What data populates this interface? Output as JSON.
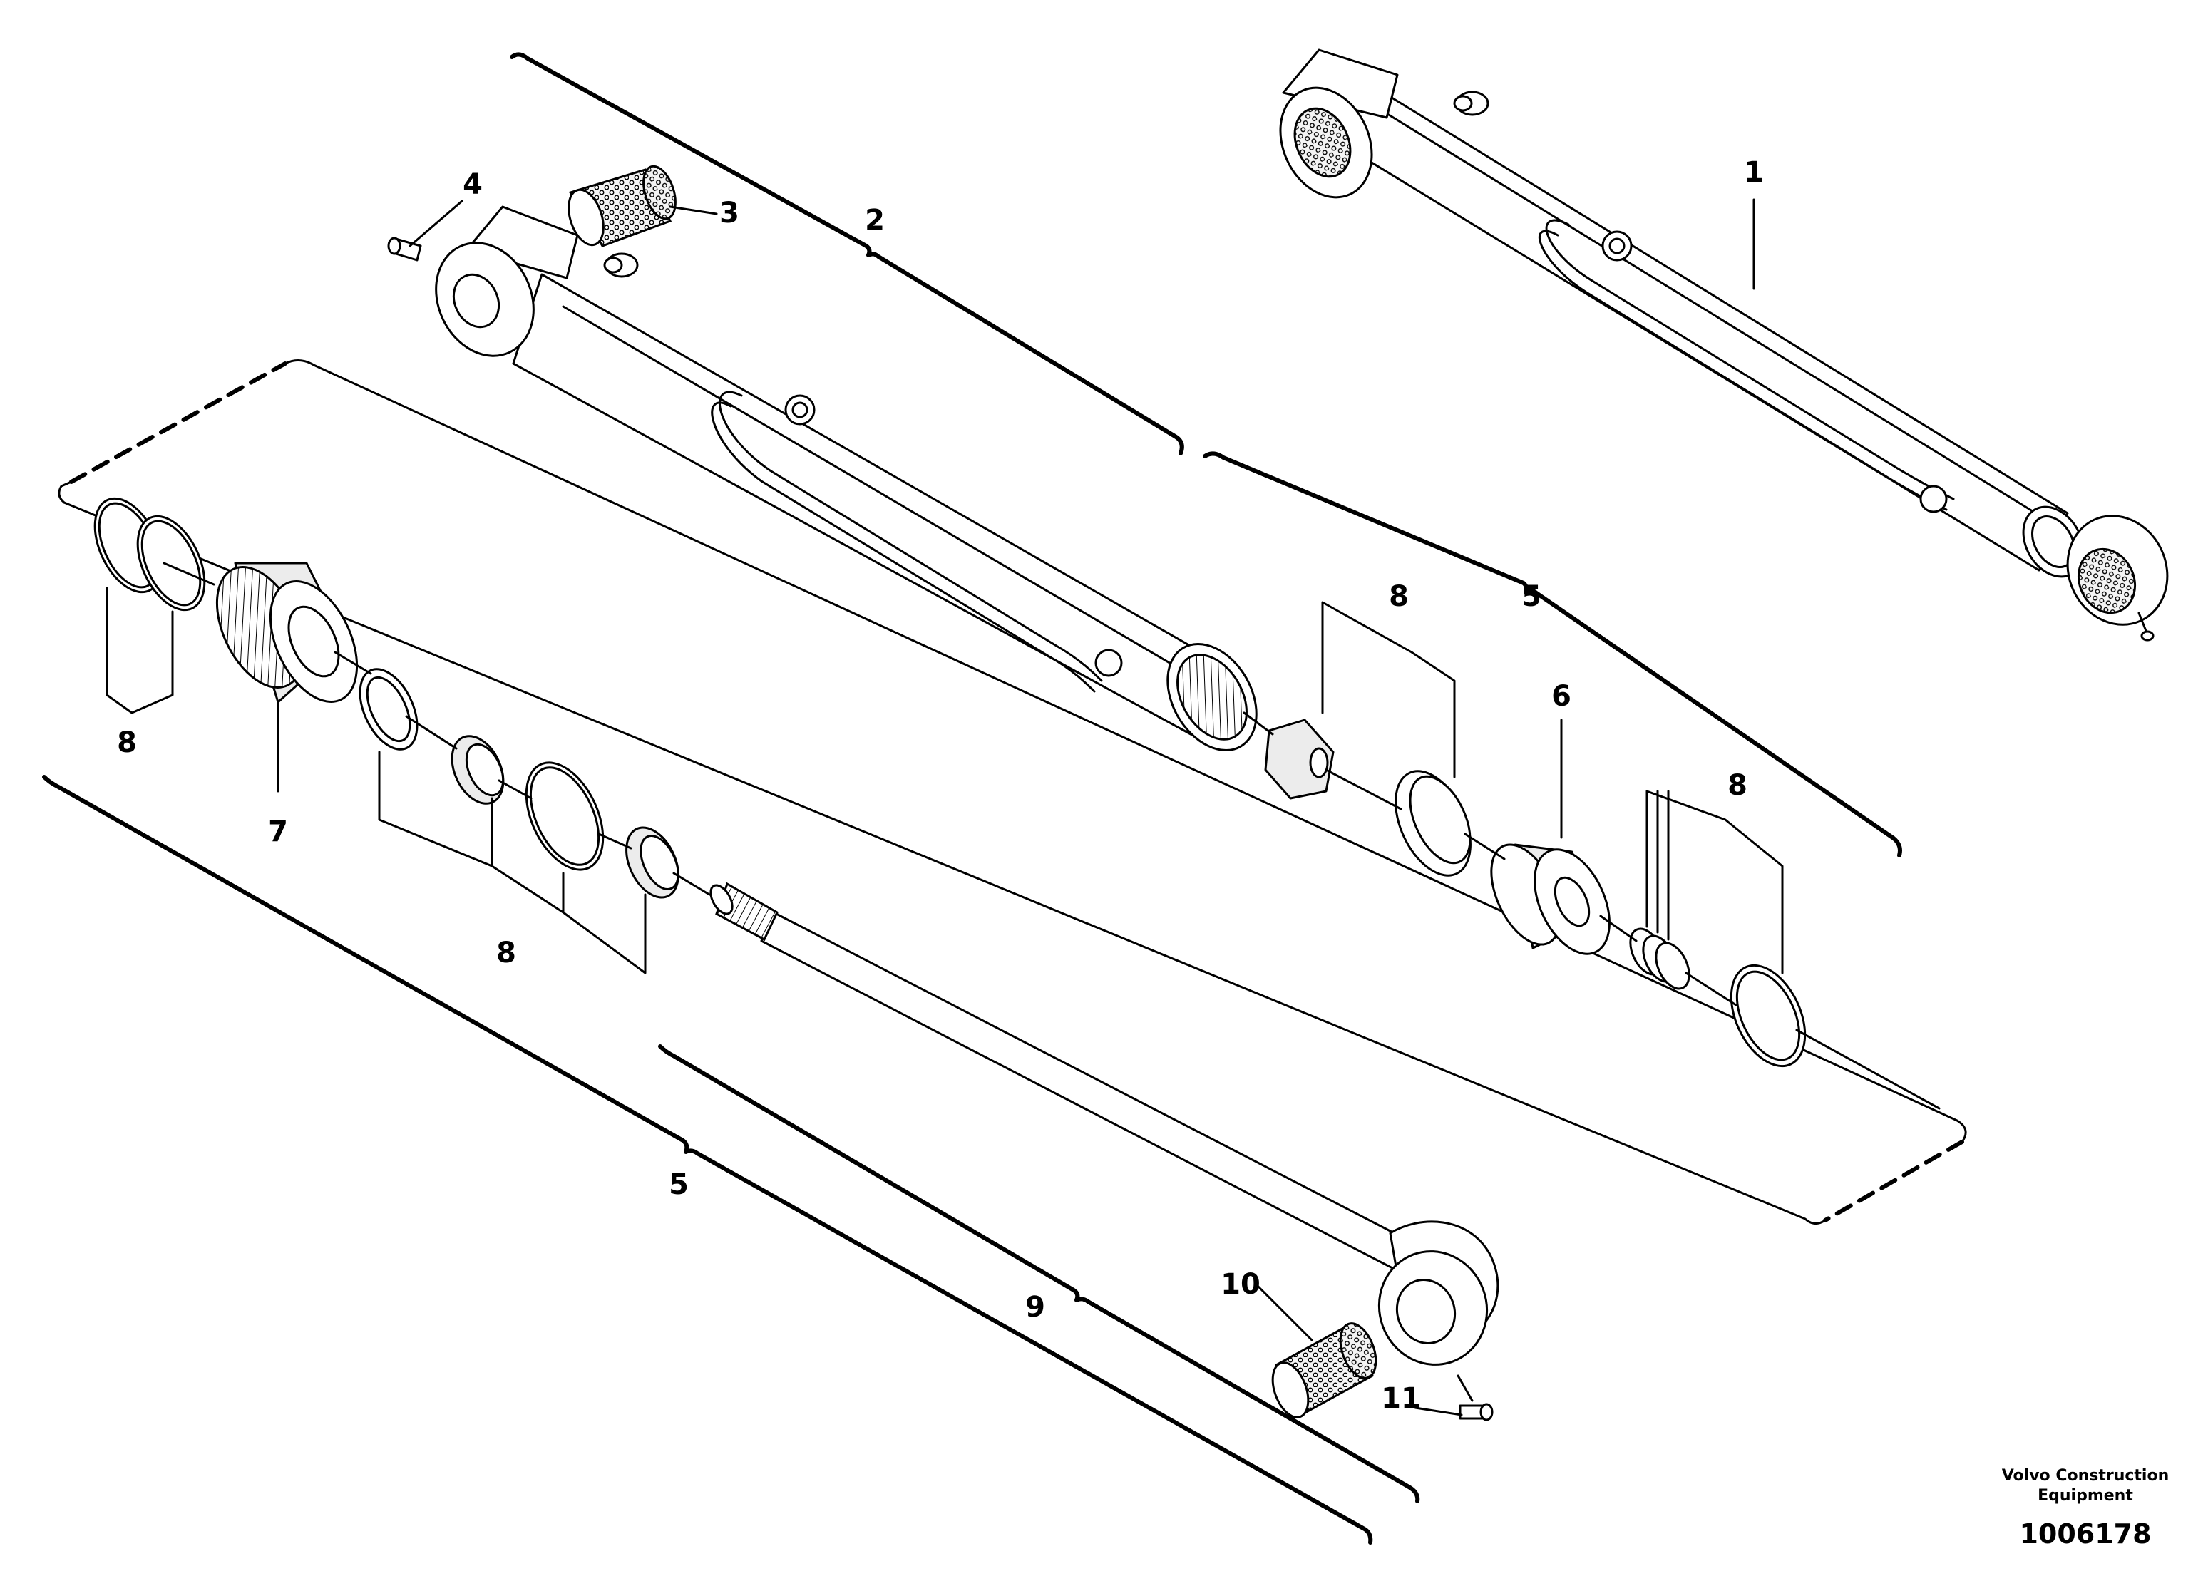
{
  "diagram": {
    "callouts": {
      "c1": "1",
      "c2": "2",
      "c3": "3",
      "c4": "4",
      "c5_top": "5",
      "c5_bottom": "5",
      "c6": "6",
      "c7": "7",
      "c8_left": "8",
      "c8_middle": "8",
      "c8_piston": "8",
      "c8_right": "8",
      "c9": "9",
      "c10": "10",
      "c11": "11"
    },
    "credit": {
      "line1": "Volvo Construction",
      "line2": "Equipment"
    },
    "figure_number": "1006178"
  }
}
